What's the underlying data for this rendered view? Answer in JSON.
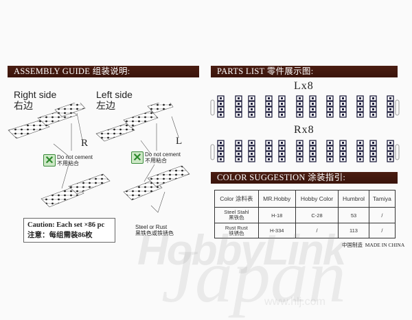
{
  "assembly": {
    "title": "ASSEMBLY GUIDE 组装说明:",
    "right_side": "Right side",
    "right_side_cn": "右边",
    "left_side": "Left side",
    "left_side_cn": "左边",
    "right_mark": "R",
    "left_mark": "L",
    "no_cement": "Do not cement",
    "no_cement_cn": "不用粘合",
    "steel_rust": "Steel or Rust",
    "steel_rust_cn": "黑铁色或铁锈色",
    "caution": "Caution: Each set ×86 pc",
    "caution_cn": "注意：每组需装86枚"
  },
  "parts": {
    "title": "PARTS LIST 零件展示图:",
    "left_label": "Lx8",
    "right_label": "Rx8"
  },
  "colors": {
    "title": "COLOR SUGGESTION 涂装指引:",
    "headers": [
      "Color 涂料表",
      "MR.Hobby",
      "Hobby Color",
      "Humbrol",
      "Tamiya"
    ],
    "rows": [
      {
        "name": "Steel    Stahl",
        "name_cn": "黑铁色",
        "cells": [
          "H-18",
          "C-28",
          "53",
          "/"
        ]
      },
      {
        "name": "Rust    Rust",
        "name_cn": "铁锈色",
        "cells": [
          "H-334",
          "/",
          "113",
          "/"
        ]
      }
    ]
  },
  "made_in": "中国制造  MADE IN CHINA",
  "watermark": {
    "brand": "HobbyLink",
    "sub": "Japan",
    "url": "www.hlj.com"
  }
}
